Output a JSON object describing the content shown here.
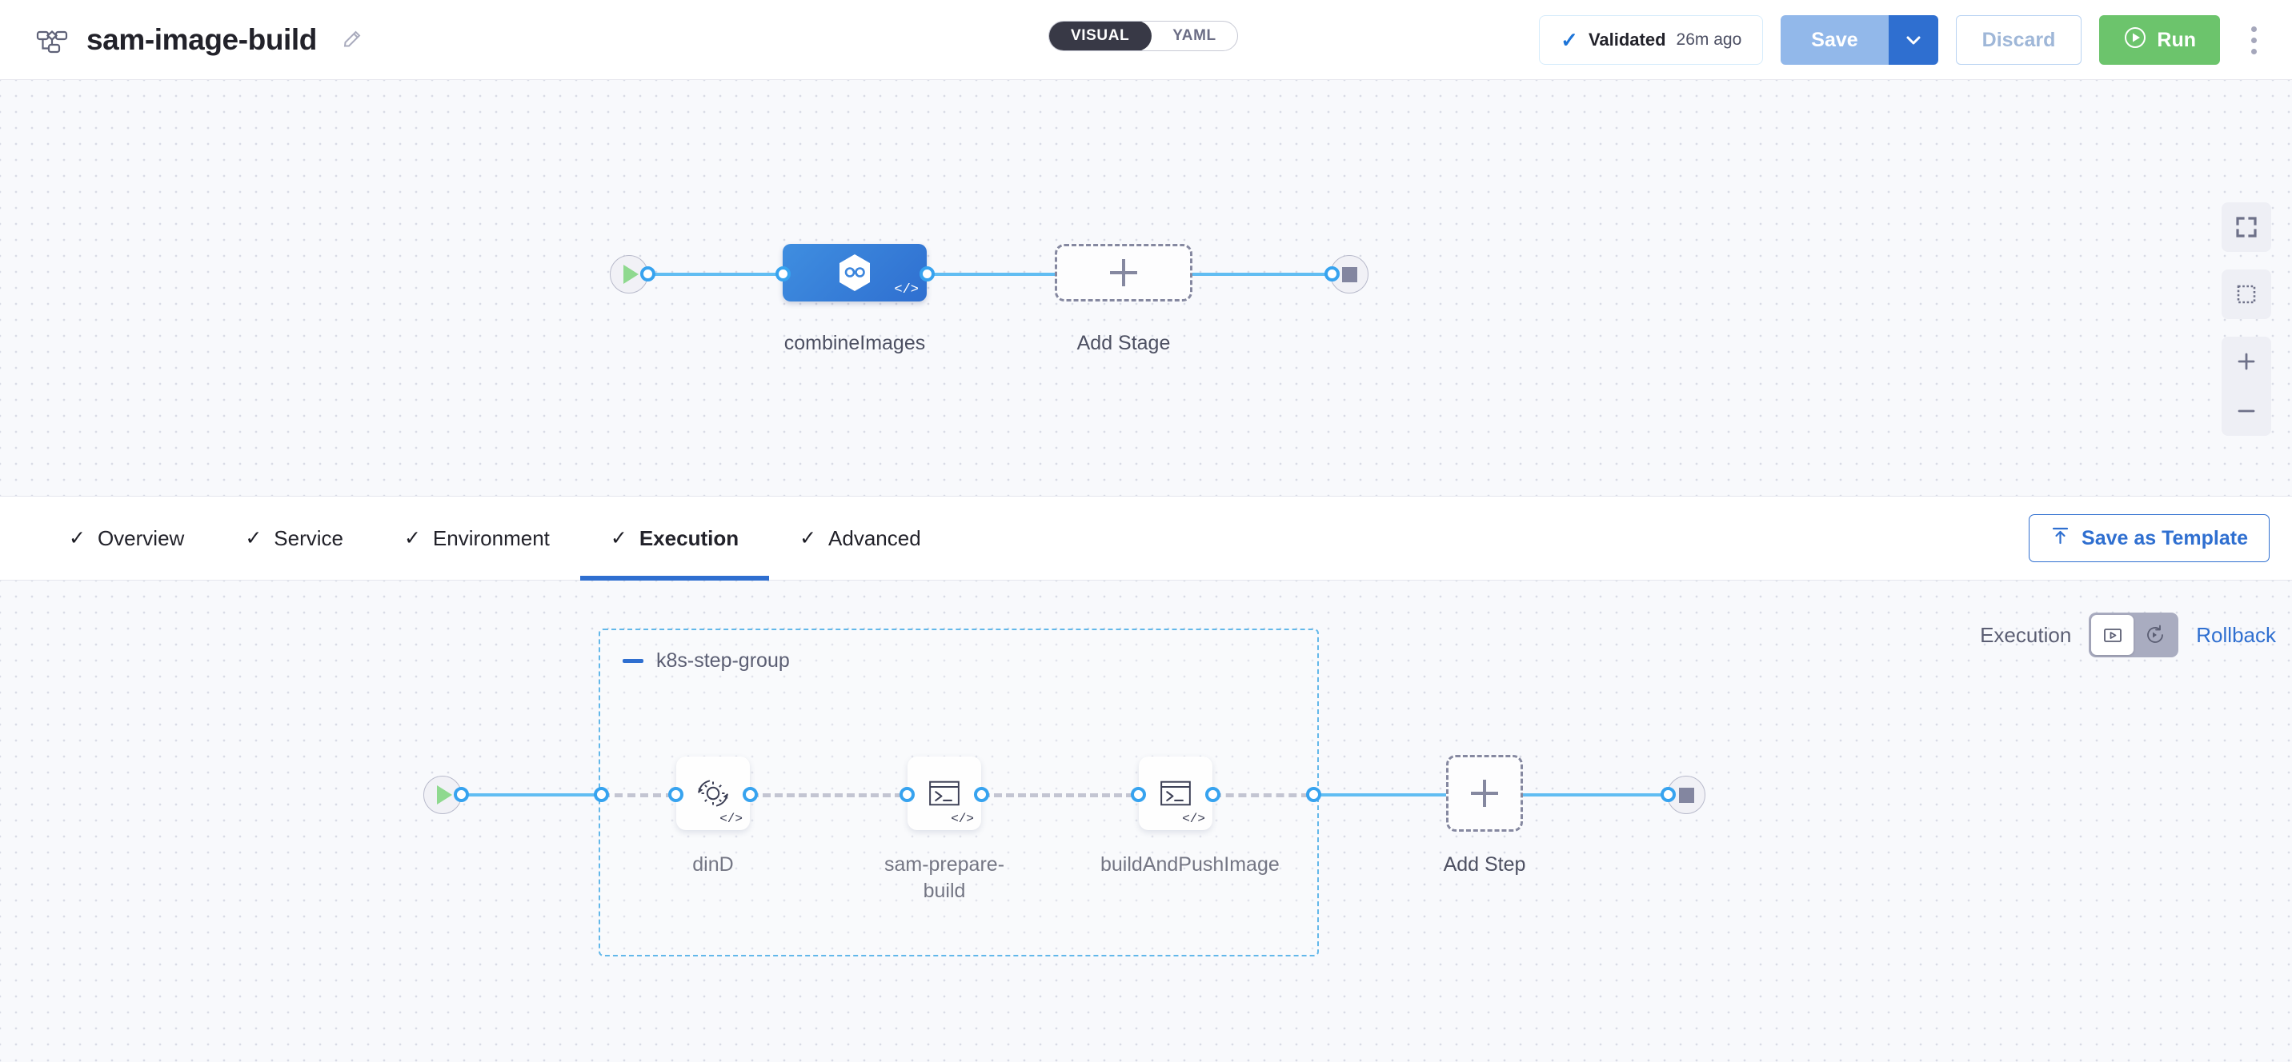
{
  "header": {
    "pipeline_icon": "pipeline-flow-icon",
    "title": "sam-image-build",
    "edit_icon": "pencil-icon",
    "mode_toggle": {
      "options": [
        "VISUAL",
        "YAML"
      ],
      "selected": "VISUAL"
    },
    "validation": {
      "check_icon": "checkmark-icon",
      "label": "Validated",
      "time_ago": "26m ago"
    },
    "save_label": "Save",
    "save_caret_icon": "chevron-down-icon",
    "discard_label": "Discard",
    "run_label": "Run",
    "run_icon": "play-circle-icon",
    "more_icon": "kebab-menu-icon"
  },
  "stage_canvas": {
    "start_node": {
      "icon": "play-triangle-icon"
    },
    "end_node": {
      "icon": "stop-square-icon"
    },
    "stage": {
      "label": "combineImages",
      "icon": "harness-hexagon-icon",
      "code_badge": "</>"
    },
    "add_stage": {
      "label": "Add Stage",
      "icon": "plus-icon"
    },
    "controls": [
      {
        "name": "fit-to-screen",
        "icon": "expand-icon"
      },
      {
        "name": "selection-box",
        "icon": "marquee-select-icon"
      },
      {
        "name": "zoom-in",
        "icon": "plus-icon"
      },
      {
        "name": "zoom-out",
        "icon": "minus-icon"
      }
    ]
  },
  "tabbar": {
    "tabs": [
      {
        "label": "Overview",
        "check": "✓",
        "active": false
      },
      {
        "label": "Service",
        "check": "✓",
        "active": false
      },
      {
        "label": "Environment",
        "check": "✓",
        "active": false
      },
      {
        "label": "Execution",
        "check": "✓",
        "active": true
      },
      {
        "label": "Advanced",
        "check": "✓",
        "active": false
      }
    ],
    "save_as_template": {
      "label": "Save as Template",
      "icon": "upload-template-icon"
    }
  },
  "execution_canvas": {
    "mode_label": "Execution",
    "mode_toggle": {
      "options": [
        {
          "name": "execution",
          "icon": "execution-play-box-icon",
          "active": true
        },
        {
          "name": "rollback",
          "icon": "rollback-circular-arrow-icon",
          "active": false
        }
      ]
    },
    "rollback_label": "Rollback",
    "start_node": {
      "icon": "play-triangle-icon"
    },
    "end_node": {
      "icon": "stop-square-icon"
    },
    "step_group": {
      "title": "k8s-step-group",
      "collapse_icon": "minus-collapse-icon",
      "steps": [
        {
          "label": "dinD",
          "icon": "gear-rotate-icon",
          "code_badge": "</>"
        },
        {
          "label": "sam-prepare-build",
          "icon": "terminal-icon",
          "code_badge": "</>"
        },
        {
          "label": "buildAndPushImage",
          "icon": "terminal-icon",
          "code_badge": "</>"
        }
      ]
    },
    "add_step": {
      "label": "Add Step",
      "icon": "plus-icon"
    }
  },
  "colors": {
    "accent_blue": "#2f6fd0",
    "edge_blue": "#61bdf2",
    "run_green": "#6cc46c",
    "canvas_bg": "#f8f9fc",
    "dark_toggle": "#383946"
  }
}
